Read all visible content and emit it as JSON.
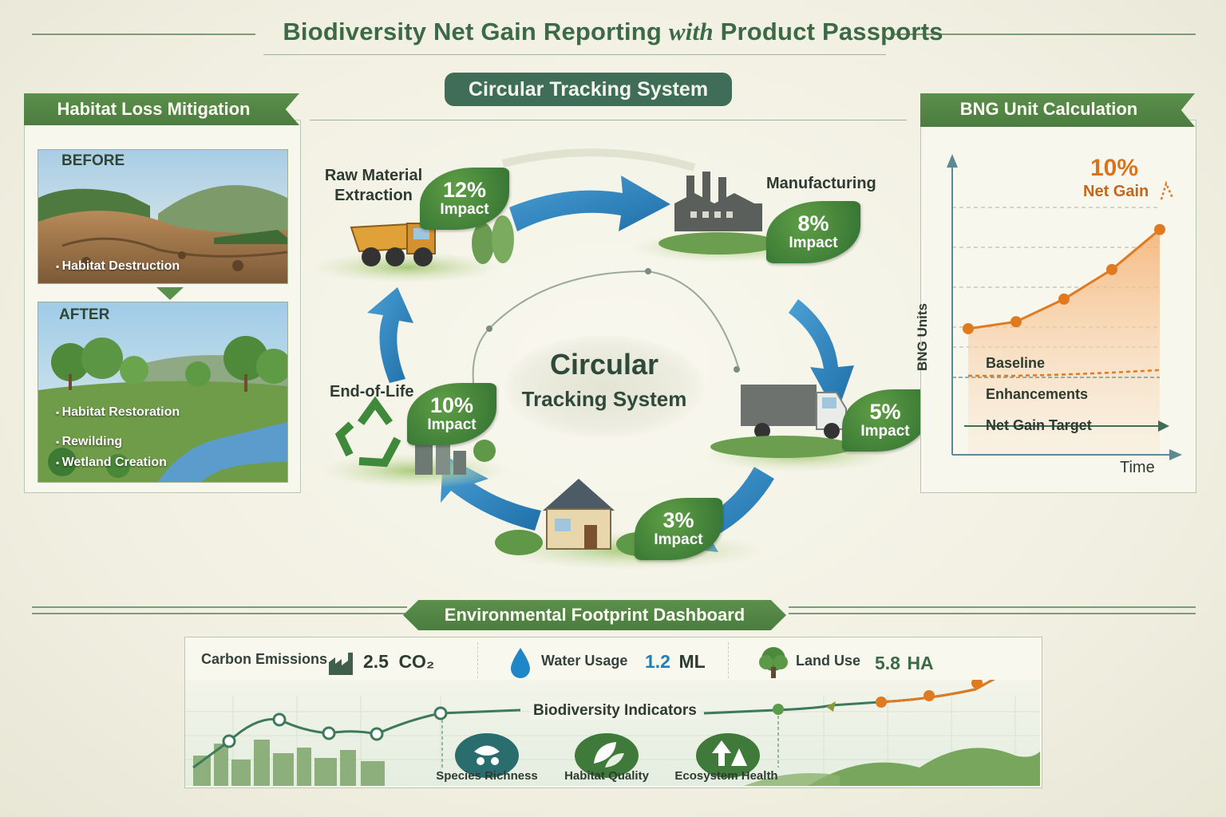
{
  "header": {
    "title_part1": "Biodiversity Net Gain Reporting",
    "title_with": "with",
    "title_part2": "Product Passports"
  },
  "cycle": {
    "top_pill": "Circular Tracking System",
    "center_line1": "Circular",
    "center_line2": "Tracking System",
    "stages": [
      {
        "name_line1": "Raw Material",
        "name_line2": "Extraction",
        "pct": "12%",
        "label": "Impact"
      },
      {
        "name_line1": "Manufacturing",
        "name_line2": "",
        "pct": "8%",
        "label": "Impact"
      },
      {
        "name_line1": "",
        "name_line2": "",
        "pct": "5%",
        "label": "Impact"
      },
      {
        "name_line1": "",
        "name_line2": "",
        "pct": "3%",
        "label": "Impact"
      },
      {
        "name_line1": "End-of-Life",
        "name_line2": "",
        "pct": "10%",
        "label": "Impact"
      }
    ]
  },
  "habitat": {
    "banner": "Habitat Loss Mitigation",
    "before_label": "BEFORE",
    "before_bullets": [
      "Habitat Destruction"
    ],
    "after_label": "AFTER",
    "after_bullets": [
      "Habitat Restoration",
      "Rewilding",
      "Wetland Creation"
    ]
  },
  "bng": {
    "banner": "BNG Unit Calculation",
    "ylabel": "BNG Units",
    "xlabel": "Time",
    "gain_value": "10%",
    "gain_label": "Net Gain",
    "labels": [
      "Baseline",
      "Enhancements",
      "Net Gain Target"
    ]
  },
  "chart_data": {
    "type": "line",
    "title": "BNG Unit Calculation",
    "xlabel": "Time",
    "ylabel": "BNG Units",
    "series": [
      {
        "name": "Net Gain",
        "values": [
          0.28,
          0.32,
          0.45,
          0.62,
          0.85
        ]
      },
      {
        "name": "Baseline",
        "values": [
          0.0,
          0.0,
          0.02,
          0.05,
          0.09
        ]
      }
    ],
    "annotation": "10% Net Gain",
    "grid": true,
    "ylim": [
      0,
      1
    ]
  },
  "dashboard": {
    "banner": "Environmental Footprint Dashboard",
    "metrics": [
      {
        "label": "Carbon Emissions",
        "value": "2.5",
        "unit": "CO₂",
        "icon": "factory-icon"
      },
      {
        "label": "Water Usage",
        "value": "1.2",
        "unit": "ML",
        "icon": "water-drop-icon",
        "color": "#1f7fb8"
      },
      {
        "label": "Land Use",
        "value": "5.8",
        "unit": "HA",
        "icon": "tree-icon"
      }
    ],
    "indicators_title": "Biodiversity Indicators",
    "indicators": [
      {
        "label": "Species Richness",
        "icon": "species-icon"
      },
      {
        "label": "Habitat Quality",
        "icon": "leaf-icon"
      },
      {
        "label": "Ecosystem Health",
        "icon": "ecosystem-icon"
      }
    ]
  },
  "colors": {
    "primary_green": "#4a7d3f",
    "dark_teal": "#3f6d57",
    "blue_arrow": "#2f86c0",
    "orange": "#e07a20"
  }
}
